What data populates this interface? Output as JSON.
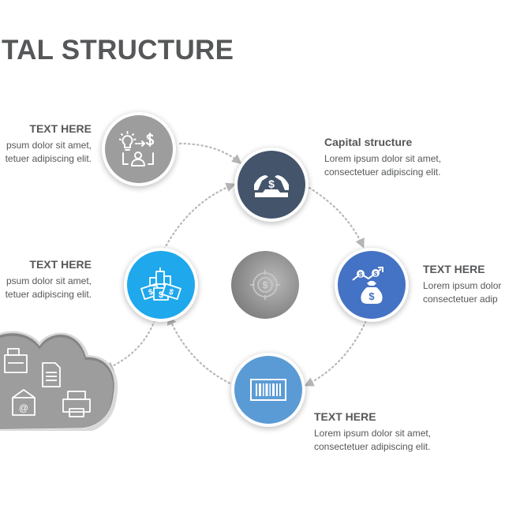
{
  "title": "ITAL STRUCTURE",
  "blocks": {
    "top_left": {
      "heading": "TEXT HERE",
      "line1": "psum dolor sit amet,",
      "line2": "tetuer adipiscing elit."
    },
    "top_right": {
      "heading": "Capital structure",
      "line1": "Lorem ipsum dolor sit amet,",
      "line2": "consectetuer adipiscing elit."
    },
    "mid_left": {
      "heading": "TEXT HERE",
      "line1": "psum dolor sit amet,",
      "line2": "tetuer adipiscing elit."
    },
    "mid_right": {
      "heading": "TEXT HERE",
      "line1": "Lorem ipsum dolor",
      "line2": "consectetuer adip"
    },
    "bottom": {
      "heading": "TEXT HERE",
      "line1": "Lorem ipsum dolor sit amet,",
      "line2": "consectetuer adipiscing elit."
    }
  },
  "nodes": {
    "idea_money": {
      "icon": "idea-to-money-icon",
      "color": "#9d9d9d"
    },
    "hands_dollar": {
      "icon": "hands-protecting-dollar-icon",
      "color": "#44546a"
    },
    "money_growth": {
      "icon": "money-bag-growth-icon",
      "color": "#4472c4"
    },
    "barcode": {
      "icon": "barcode-icon",
      "color": "#5b9bd5"
    },
    "city_money": {
      "icon": "city-cash-icon",
      "color": "#1fa8ec"
    },
    "center_target": {
      "icon": "dollar-target-icon",
      "color": "#7f7f7f"
    }
  },
  "cloud": {
    "icon": "office-devices-cloud-icon",
    "color": "#9d9d9d"
  }
}
